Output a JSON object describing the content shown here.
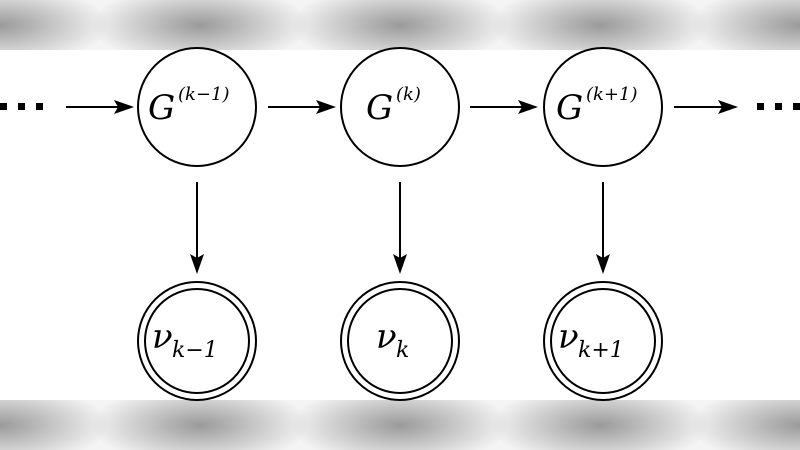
{
  "diagram": {
    "hidden_nodes": [
      {
        "symbol": "G",
        "superscript": "(k−1)"
      },
      {
        "symbol": "G",
        "superscript": "(k)"
      },
      {
        "symbol": "G",
        "superscript": "(k+1)"
      }
    ],
    "observed_nodes": [
      {
        "symbol": "ν",
        "subscript": "k−1"
      },
      {
        "symbol": "ν",
        "subscript": "k"
      },
      {
        "symbol": "ν",
        "subscript": "k+1"
      }
    ]
  },
  "colors": {
    "stroke": "#000000",
    "background": "#ffffff"
  }
}
